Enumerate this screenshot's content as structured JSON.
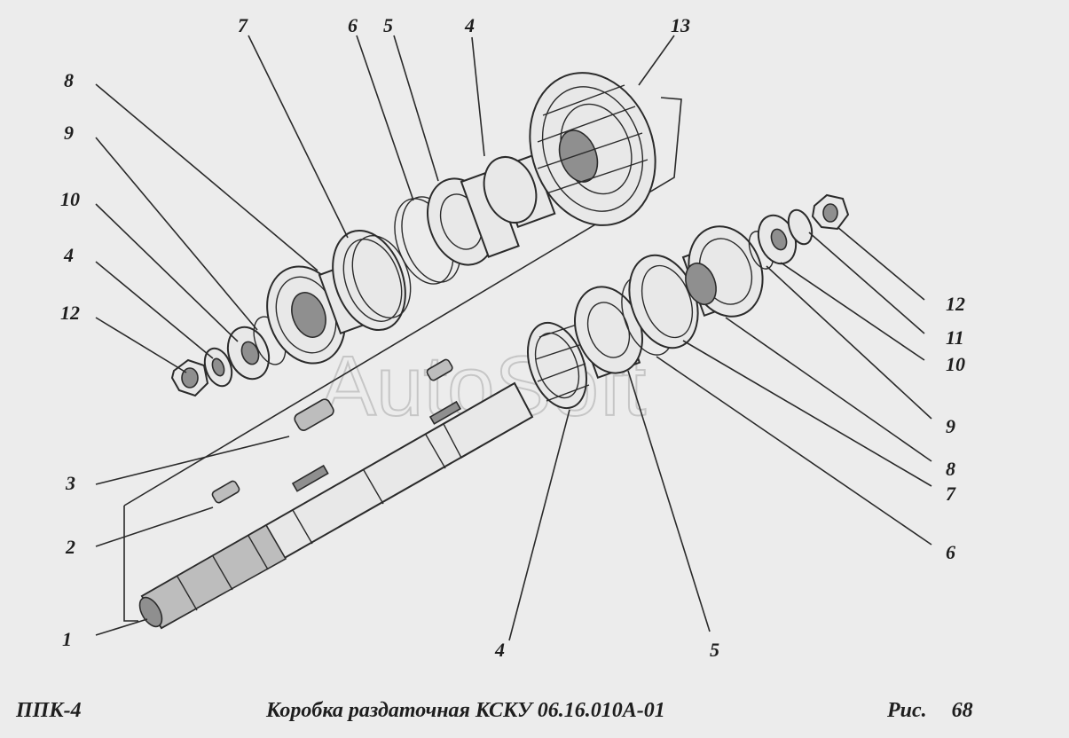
{
  "footer": {
    "code": "ППК-4",
    "title": "Коробка раздаточная КСКУ 06.16.010А-01",
    "fig_label": "Рис.",
    "fig_number": "68"
  },
  "watermark": "AutoSoft",
  "callouts": {
    "c1": "1",
    "c2": "2",
    "c3": "3",
    "c4_left": "4",
    "c4_top": "4",
    "c4_bottom": "4",
    "c5_top": "5",
    "c5_bottom": "5",
    "c6_top": "6",
    "c6_right": "6",
    "c7_top": "7",
    "c7_right": "7",
    "c8_left": "8",
    "c8_right": "8",
    "c9_left": "9",
    "c9_right": "9",
    "c10_left": "10",
    "c10_right": "10",
    "c11": "11",
    "c12_left": "12",
    "c12_right": "12",
    "c13": "13"
  }
}
